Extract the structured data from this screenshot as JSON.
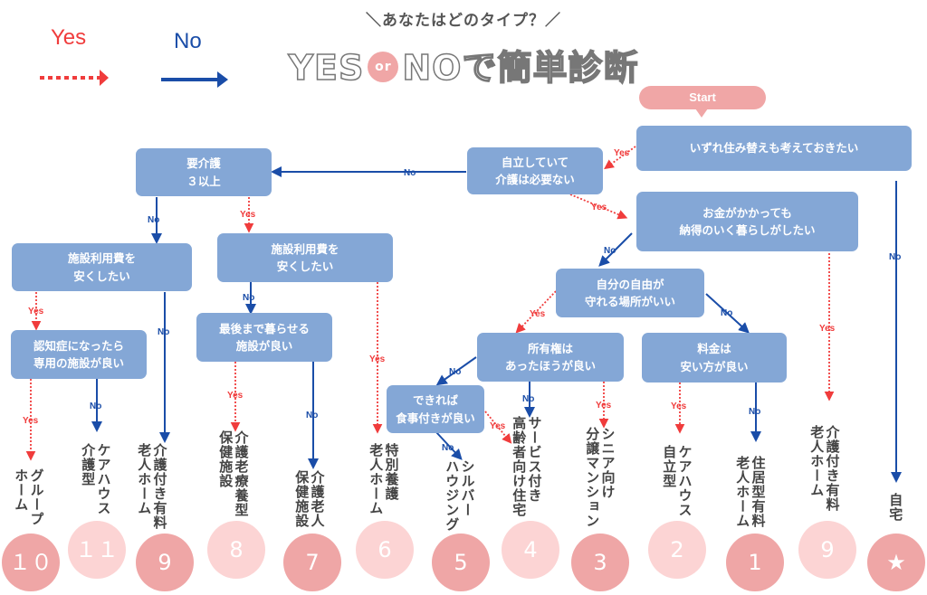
{
  "legend": {
    "yes_label": "Yes",
    "no_label": "No",
    "yes_color": "#f03c3c",
    "no_color": "#1a4da8"
  },
  "header": {
    "subtitle": "＼あなたはどのタイプ？／",
    "title_yes": "YES",
    "title_or": "or",
    "title_rest": "NOで簡単診断"
  },
  "start_label": "Start",
  "edge_labels": {
    "yes": "Yes",
    "no": "No"
  },
  "questions": {
    "q1": "いずれ住み替えも考えておきたい",
    "q2": "自立していて\n介護は必要ない",
    "q3": "お金がかかっても\n納得のいく暮らしがしたい",
    "q4": "要介護\n３以上",
    "q5": "施設利用費を\n安くしたい",
    "q6": "施設利用費を\n安くしたい",
    "q7": "認知症になったら\n専用の施設が良い",
    "q8": "最後まで暮らせる\n施設が良い",
    "q9": "自分の自由が\n守れる場所がいい",
    "q10": "所有権は\nあったほうが良い",
    "q11": "料金は\n安い方が良い",
    "q12": "できれば\n食事付きが良い"
  },
  "results": [
    {
      "number": "１０",
      "label": "グループ\nホーム",
      "tone": "dark"
    },
    {
      "number": "１１",
      "label": "ケアハウス\n介護型",
      "tone": "light"
    },
    {
      "number": "9",
      "label": "介護付き有料\n老人ホーム",
      "tone": "dark"
    },
    {
      "number": "8",
      "label": "介護老療養型\n保健施設",
      "tone": "light"
    },
    {
      "number": "7",
      "label": "介護老人\n保健施設",
      "tone": "dark"
    },
    {
      "number": "6",
      "label": "特別養護\n老人ホーム",
      "tone": "light"
    },
    {
      "number": "5",
      "label": "シルバー\nハウジング",
      "tone": "dark"
    },
    {
      "number": "4",
      "label": "サービス付き\n高齢者向け住宅",
      "tone": "light"
    },
    {
      "number": "3",
      "label": "シニア向け\n分譲マンション",
      "tone": "dark"
    },
    {
      "number": "2",
      "label": "ケアハウス\n自立型",
      "tone": "light"
    },
    {
      "number": "1",
      "label": "住居型有料\n老人ホーム",
      "tone": "dark"
    },
    {
      "number": "9",
      "label": "介護付き有料\n老人ホーム",
      "tone": "light"
    },
    {
      "number": "★",
      "label": "自宅",
      "tone": "dark"
    }
  ]
}
